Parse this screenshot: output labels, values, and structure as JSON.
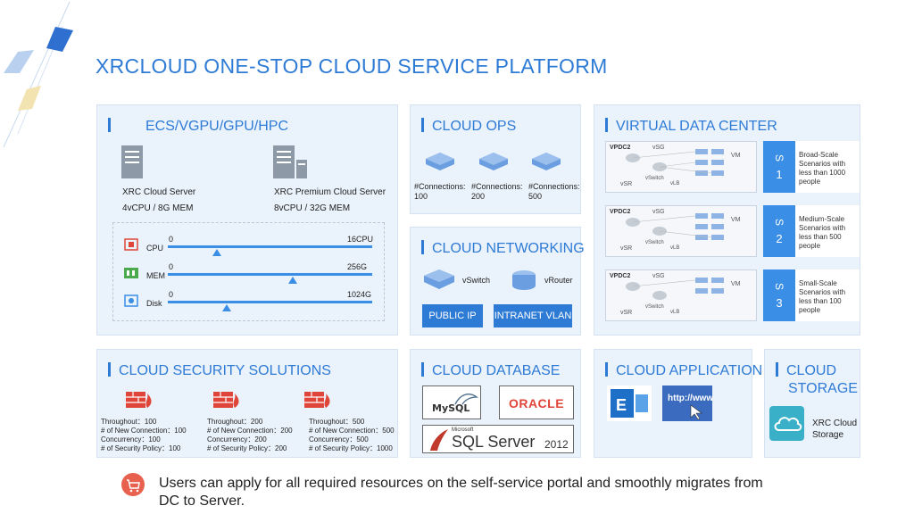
{
  "page": {
    "title": "XRCLOUD ONE-STOP CLOUD SERVICE PLATFORM",
    "accent": "#2e7bd6",
    "panel_bg": "#eaf2fb"
  },
  "ecs": {
    "title": "ECS/VGPU/GPU/HPC",
    "servers": [
      {
        "name": "XRC Cloud Server",
        "spec": "4vCPU / 8G MEM"
      },
      {
        "name": "XRC Premium Cloud Server",
        "spec": "8vCPU / 32G MEM"
      }
    ],
    "sliders": [
      {
        "label": "CPU",
        "min": "0",
        "max": "16CPU",
        "level": 0.24
      },
      {
        "label": "MEM",
        "min": "0",
        "max": "256G",
        "level": 0.61
      },
      {
        "label": "Disk",
        "min": "0",
        "max": "1024G",
        "level": 0.29
      }
    ]
  },
  "ops": {
    "title": "CLOUD OPS",
    "items": [
      {
        "label": "#Connections:",
        "value": "100"
      },
      {
        "label": "#Connections:",
        "value": "200"
      },
      {
        "label": "#Connections:",
        "value": "500"
      }
    ]
  },
  "net": {
    "title": "CLOUD NETWORKING",
    "vswitch": "vSwitch",
    "vrouter": "vRouter",
    "public_ip": "PUBLIC IP",
    "intranet_vlan": "INTRANET VLAN"
  },
  "vdc": {
    "title": "VIRTUAL DATA CENTER",
    "items": [
      {
        "s_letter": "S",
        "s_num": "1",
        "desc": "Broad-Scale Scenarios with less than 1000 people"
      },
      {
        "s_letter": "S",
        "s_num": "2",
        "desc": "Medium-Scale Scenarios with less than 500 people"
      },
      {
        "s_letter": "S",
        "s_num": "3",
        "desc": "Small-Scale Scenarios with less than 100 people"
      }
    ],
    "diagram": {
      "label": "VPDC2",
      "vsg": "vSG",
      "vm": "VM",
      "vsr": "vSR",
      "vswitch": "vSwitch",
      "vlb": "vLB"
    }
  },
  "security": {
    "title": "CLOUD SECURITY SOLUTIONS",
    "items": [
      {
        "l1": "Throughout：100",
        "l2": "# of New Connection：100",
        "l3": "Concurrency：100",
        "l4": "# of Security Policy：100"
      },
      {
        "l1": "Throughout：200",
        "l2": "# of New Connection：200",
        "l3": "Concurrency：200",
        "l4": "# of Security Policy：200"
      },
      {
        "l1": "Throughout：500",
        "l2": "# of New Connection：500",
        "l3": "Concurrency：500",
        "l4": "# of Security Policy：1000"
      }
    ]
  },
  "db": {
    "title": "CLOUD DATABASE",
    "mysql": "MySQL",
    "oracle": "ORACLE",
    "ms": "Microsoft",
    "sql": "SQL Server",
    "sql_year": "2012"
  },
  "app": {
    "title": "CLOUD APPLICATION",
    "http": "http://www"
  },
  "storage": {
    "title_l1": "CLOUD",
    "title_l2": "STORAGE",
    "name_l1": "XRC Cloud",
    "name_l2": "Storage"
  },
  "footer": {
    "line1": "Users can apply for all required resources on the self-service portal and smoothly migrates from",
    "line2": "DC to Server."
  }
}
